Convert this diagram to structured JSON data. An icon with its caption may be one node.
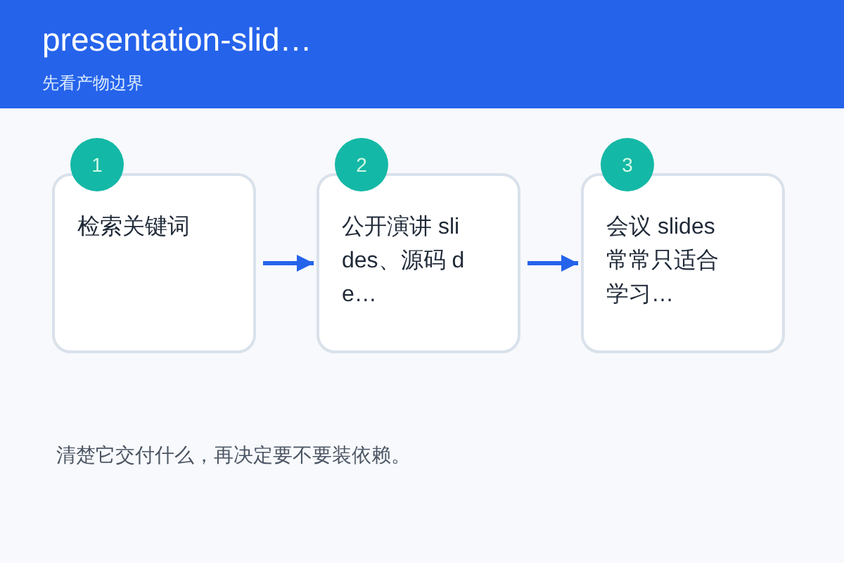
{
  "diagram": {
    "title": "presentation-slid…",
    "nodes": [
      {
        "text": [
          "1"
        ]
      },
      {
        "text": [
          "检索关键词"
        ]
      },
      {
        "text": [
          "2"
        ]
      },
      {
        "text": [
          "公开演讲 slides、源码 de…"
        ]
      },
      {
        "text": [
          "3"
        ]
      },
      {
        "text": [
          "会议 slides 常常只适合学习…"
        ]
      }
    ],
    "edges": [
      {
        "from": 1,
        "to": 3,
        "arrow": "to"
      },
      {
        "from": 3,
        "to": 5,
        "arrow": "to"
      }
    ],
    "labels": [
      "先看产物边界",
      "清楚它交付什么，再决定要不要装依赖。"
    ]
  }
}
